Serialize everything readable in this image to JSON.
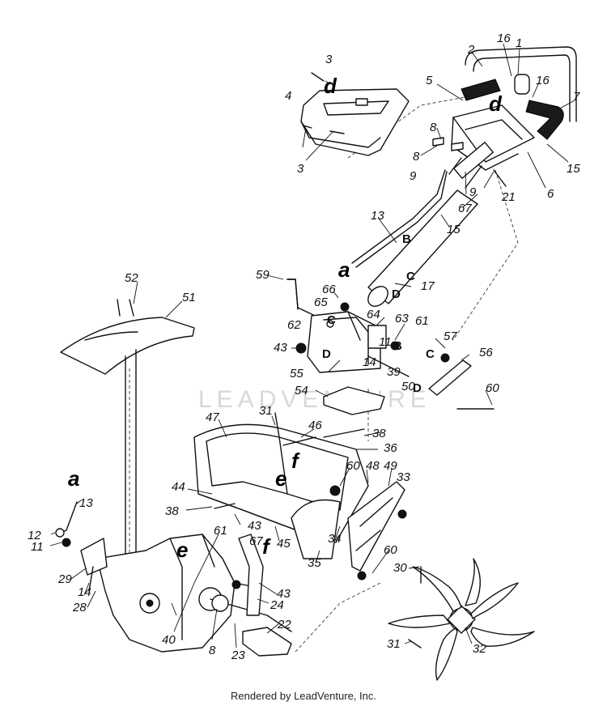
{
  "watermark": "LEADVENTURE",
  "footer": "Rendered by LeadVenture, Inc.",
  "callouts": {
    "n1": "1",
    "n2": "2",
    "n3a": "3",
    "n3b": "3",
    "n4": "4",
    "n5": "5",
    "n6": "6",
    "n7": "7",
    "n8a": "8",
    "n8b": "8",
    "n8c": "8",
    "n9a": "9",
    "n9b": "9",
    "n11a": "11",
    "n11b": "11",
    "n12": "12",
    "n13a": "13",
    "n13b": "13",
    "n14a": "14",
    "n14b": "14",
    "n15a": "15",
    "n15b": "15",
    "n16a": "16",
    "n16b": "16",
    "n17": "17",
    "n21": "21",
    "n22": "22",
    "n23": "23",
    "n24": "24",
    "n28": "28",
    "n29": "29",
    "n30": "30",
    "n31a": "31",
    "n31b": "31",
    "n32": "32",
    "n33": "33",
    "n34": "34",
    "n35": "35",
    "n36": "36",
    "n38a": "38",
    "n38b": "38",
    "n39": "39",
    "n40": "40",
    "n43a": "43",
    "n43b": "43",
    "n43c": "43",
    "n44": "44",
    "n45": "45",
    "n46": "46",
    "n47": "47",
    "n48": "48",
    "n49": "49",
    "n50": "50",
    "n51": "51",
    "n52": "52",
    "n54": "54",
    "n55": "55",
    "n56": "56",
    "n57": "57",
    "n59": "59",
    "n60a": "60",
    "n60b": "60",
    "n60c": "60",
    "n61a": "61",
    "n61b": "61",
    "n62": "62",
    "n63": "63",
    "n64": "64",
    "n65": "65",
    "n66": "66",
    "n67a": "67",
    "n67b": "67"
  },
  "refs": {
    "d1": "d",
    "d2": "d",
    "a1": "a",
    "a2": "a",
    "e1": "e",
    "e2": "e",
    "f1": "f",
    "f2": "f",
    "B1": "B",
    "B2": "B",
    "C1": "C",
    "C2": "C",
    "C3": "C",
    "D1": "D",
    "D2": "D",
    "D3": "D"
  }
}
